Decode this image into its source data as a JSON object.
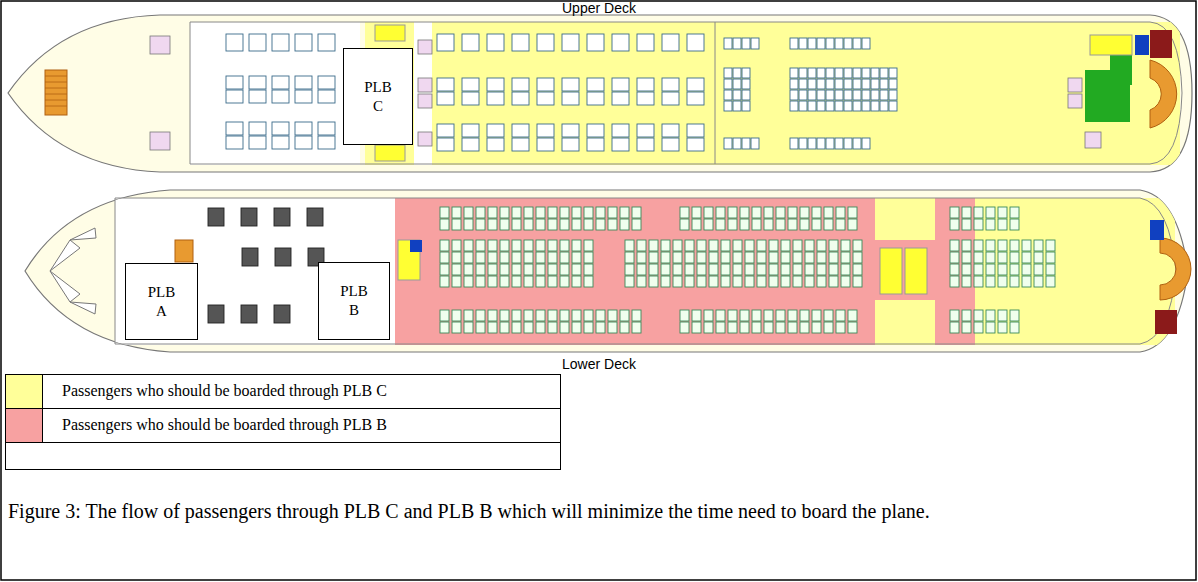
{
  "diagram": {
    "caption": "Figure 3: The flow of passengers through PLB C and PLB B which will minimize the time need to board the plane.",
    "nodes": [
      {
        "text": [
          "PLB C"
        ]
      },
      {
        "text": [
          "PLB A"
        ]
      },
      {
        "text": [
          "PLB B"
        ]
      }
    ],
    "labels": [
      "Upper Deck",
      "Lower Deck"
    ],
    "legend": [
      {
        "text": "Passengers who should be boarded through PLB C",
        "color": "#ffff99"
      },
      {
        "text": "Passengers who should be boarded through PLB B",
        "color": "#f7a1a1"
      }
    ]
  }
}
